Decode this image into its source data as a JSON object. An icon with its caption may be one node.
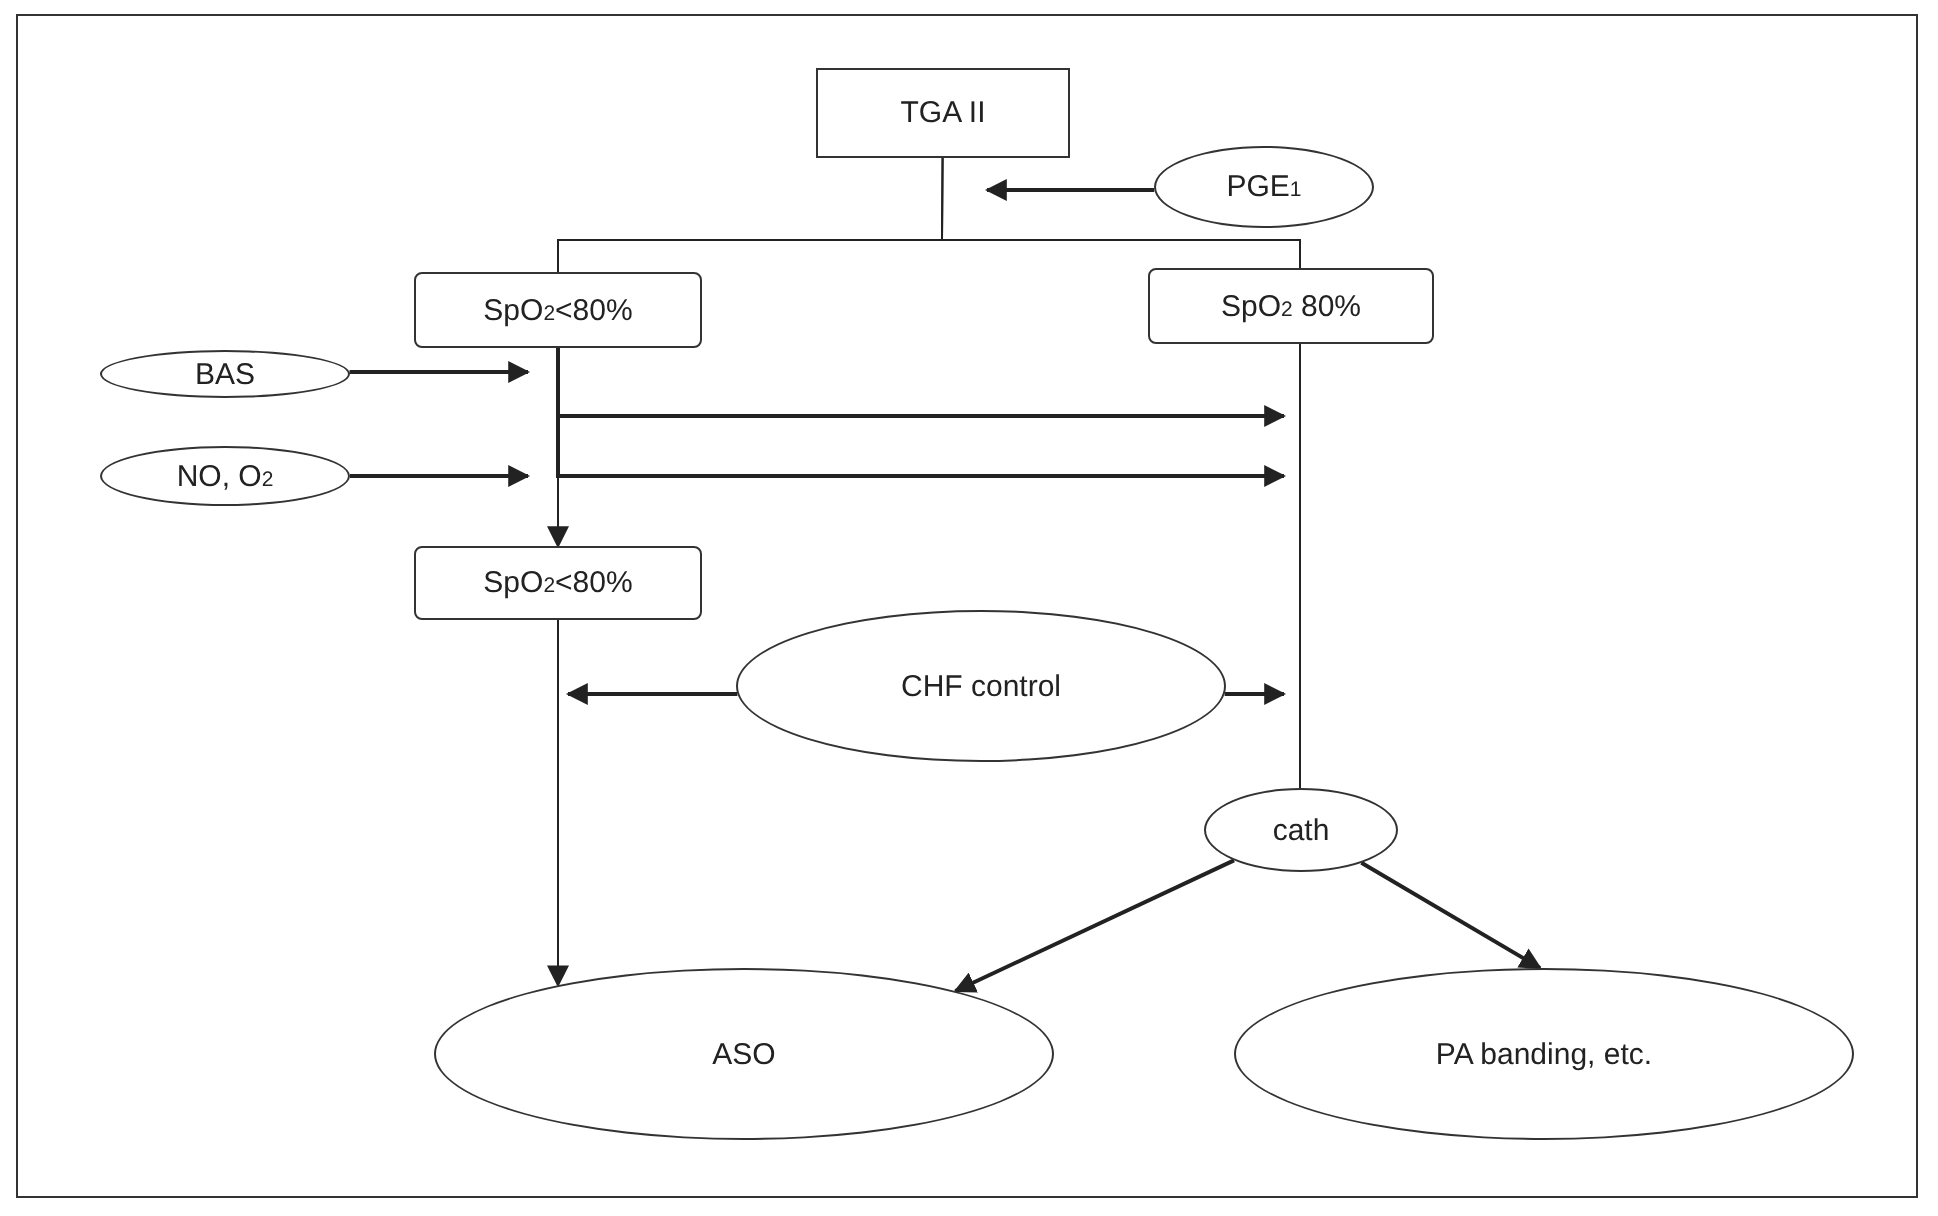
{
  "diagram": {
    "nodes": [
      {
        "text": [
          "TGA II"
        ]
      },
      {
        "text": [
          "PGE$_{1}$"
        ]
      },
      {
        "text": [
          "SpO$_{2}$<80%"
        ]
      },
      {
        "text": [
          "SpO$_{2}$ 80%"
        ]
      },
      {
        "text": [
          "BAS"
        ]
      },
      {
        "text": [
          "NO, O$_{2}$"
        ]
      },
      {
        "text": [
          "SpO$_{2}$<80%"
        ]
      },
      {
        "text": [
          "CHF control"
        ]
      },
      {
        "text": [
          "cath"
        ]
      },
      {
        "text": [
          "ASO"
        ]
      },
      {
        "text": [
          "PA banding, etc."
        ]
      }
    ],
    "edges": [
      {
        "from": 0,
        "to": 2,
        "arrow": "none"
      },
      {
        "from": 0,
        "to": 3,
        "arrow": "none"
      },
      {
        "from": 1,
        "to": 0,
        "arrow": "to"
      },
      {
        "from": 4,
        "to": 2,
        "arrow": "to"
      },
      {
        "from": 5,
        "to": null,
        "arrow": "to"
      },
      {
        "from": 2,
        "to": 3,
        "arrow": "to"
      },
      {
        "from": 2,
        "to": 3,
        "arrow": "to"
      },
      {
        "from": 2,
        "to": 6,
        "arrow": "to"
      },
      {
        "from": 3,
        "to": 8,
        "arrow": "none"
      },
      {
        "from": 7,
        "to": null,
        "arrow": "to"
      },
      {
        "from": 7,
        "to": null,
        "arrow": "to"
      },
      {
        "from": 6,
        "to": 9,
        "arrow": "to"
      },
      {
        "from": 8,
        "to": 9,
        "arrow": "to"
      },
      {
        "from": 8,
        "to": 10,
        "arrow": "to"
      }
    ]
  }
}
